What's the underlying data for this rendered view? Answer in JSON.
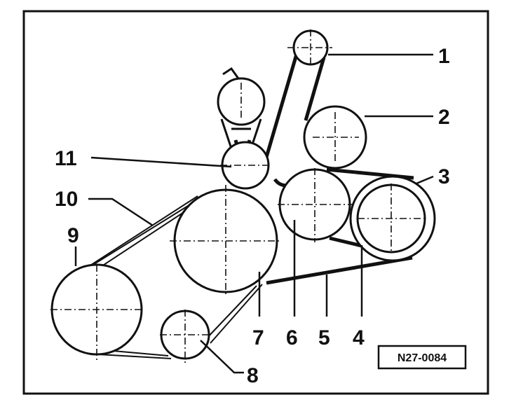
{
  "diagram": {
    "reference_code": "N27-0084",
    "callouts": [
      {
        "id": "1",
        "text": "1"
      },
      {
        "id": "2",
        "text": "2"
      },
      {
        "id": "3",
        "text": "3"
      },
      {
        "id": "4",
        "text": "4"
      },
      {
        "id": "5",
        "text": "5"
      },
      {
        "id": "6",
        "text": "6"
      },
      {
        "id": "7",
        "text": "7"
      },
      {
        "id": "8",
        "text": "8"
      },
      {
        "id": "9",
        "text": "9"
      },
      {
        "id": "10",
        "text": "10"
      },
      {
        "id": "11",
        "text": "11"
      }
    ],
    "colors": {
      "line": "#111111",
      "background": "#ffffff"
    }
  }
}
